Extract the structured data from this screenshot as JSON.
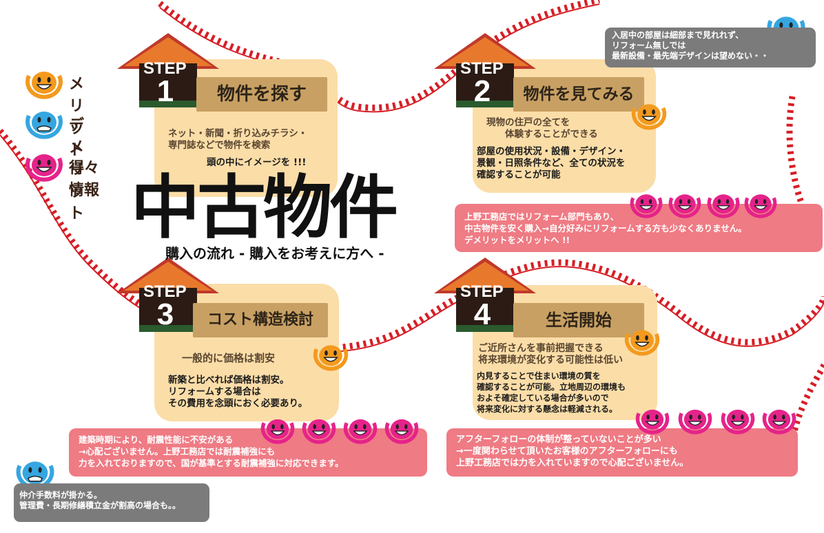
{
  "legend": [
    {
      "label": "メリット",
      "icon": "merit-face-icon",
      "color": "#f39a1e"
    },
    {
      "label": "デメリット",
      "icon": "demerit-face-icon",
      "color": "#35a6e0"
    },
    {
      "label": "得々情報",
      "icon": "info-face-icon",
      "color": "#e5238a"
    }
  ],
  "title": "中古物件",
  "subtitle": "購入の流れ - 購入をお考えに方へ -",
  "steps": [
    {
      "step_label": "STEP",
      "number": "1",
      "title": "物件を探す",
      "text1": "ネット・新聞・折り込みチラシ・\n専門誌などで物件を検索",
      "text2": "頭の中にイメージを !!!"
    },
    {
      "step_label": "STEP",
      "number": "2",
      "title": "物件を見てみる",
      "text1": "現物の住戸の全てを\n　　体験することができる",
      "text2": "部屋の使用状況・設備・デザイン・\n景観・日照条件など、全ての状況を\n確認することが可能"
    },
    {
      "step_label": "STEP",
      "number": "3",
      "title": "コスト構造検討",
      "text1": "一般的に価格は割安",
      "text2": "新築と比べれば価格は割安。\nリフォームする場合は\nその費用を念頭におく必要あり。"
    },
    {
      "step_label": "STEP",
      "number": "4",
      "title": "生活開始",
      "text1": "ご近所さんを事前把握できる\n将来環境が変化する可能性は低い",
      "text2": "内見することで住まい環境の質を\n確認することが可能。立地周辺の環境も\nおよそ確定している場合が多いので\n将来変化に対する懸念は軽減される。"
    }
  ],
  "notes": {
    "demerit_top": "入居中の部屋は細部まで見れれず、\nリフォーム無しでは\n最新設備・最先端デザインは望めない・・",
    "info_middle": "上野工務店ではリフォーム部門もあり、\n中古物件を安く購入→自分好みにリフォームする方も少なくありません。\nデメリットをメリットへ !!",
    "info_left": "建築時期により、耐震性能に不安がある\n→心配ございません。上野工務店では耐震補強にも\n力を入れておりますので、国が基準とする耐震補強に対応できます。",
    "info_right": "アフターフォローの体制が整っていないことが多い\n→一度関わらせて頂いたお客様のアフターフォローにも\n上野工務店では力を入れていますので心配ございません。",
    "demerit_bottom": "仲介手数料が掛かる。\n管理費・長期修繕積立金が割高の場合も。。"
  },
  "colors": {
    "merit": "#f39a1e",
    "demerit": "#35a6e0",
    "info": "#e5238a",
    "path": "#d61f26",
    "roof": "#c0392b",
    "card": "#fbdda8",
    "title_bar": "#c8a063",
    "pink_note": "#ef7b84",
    "gray_note": "#7b7b7b"
  }
}
